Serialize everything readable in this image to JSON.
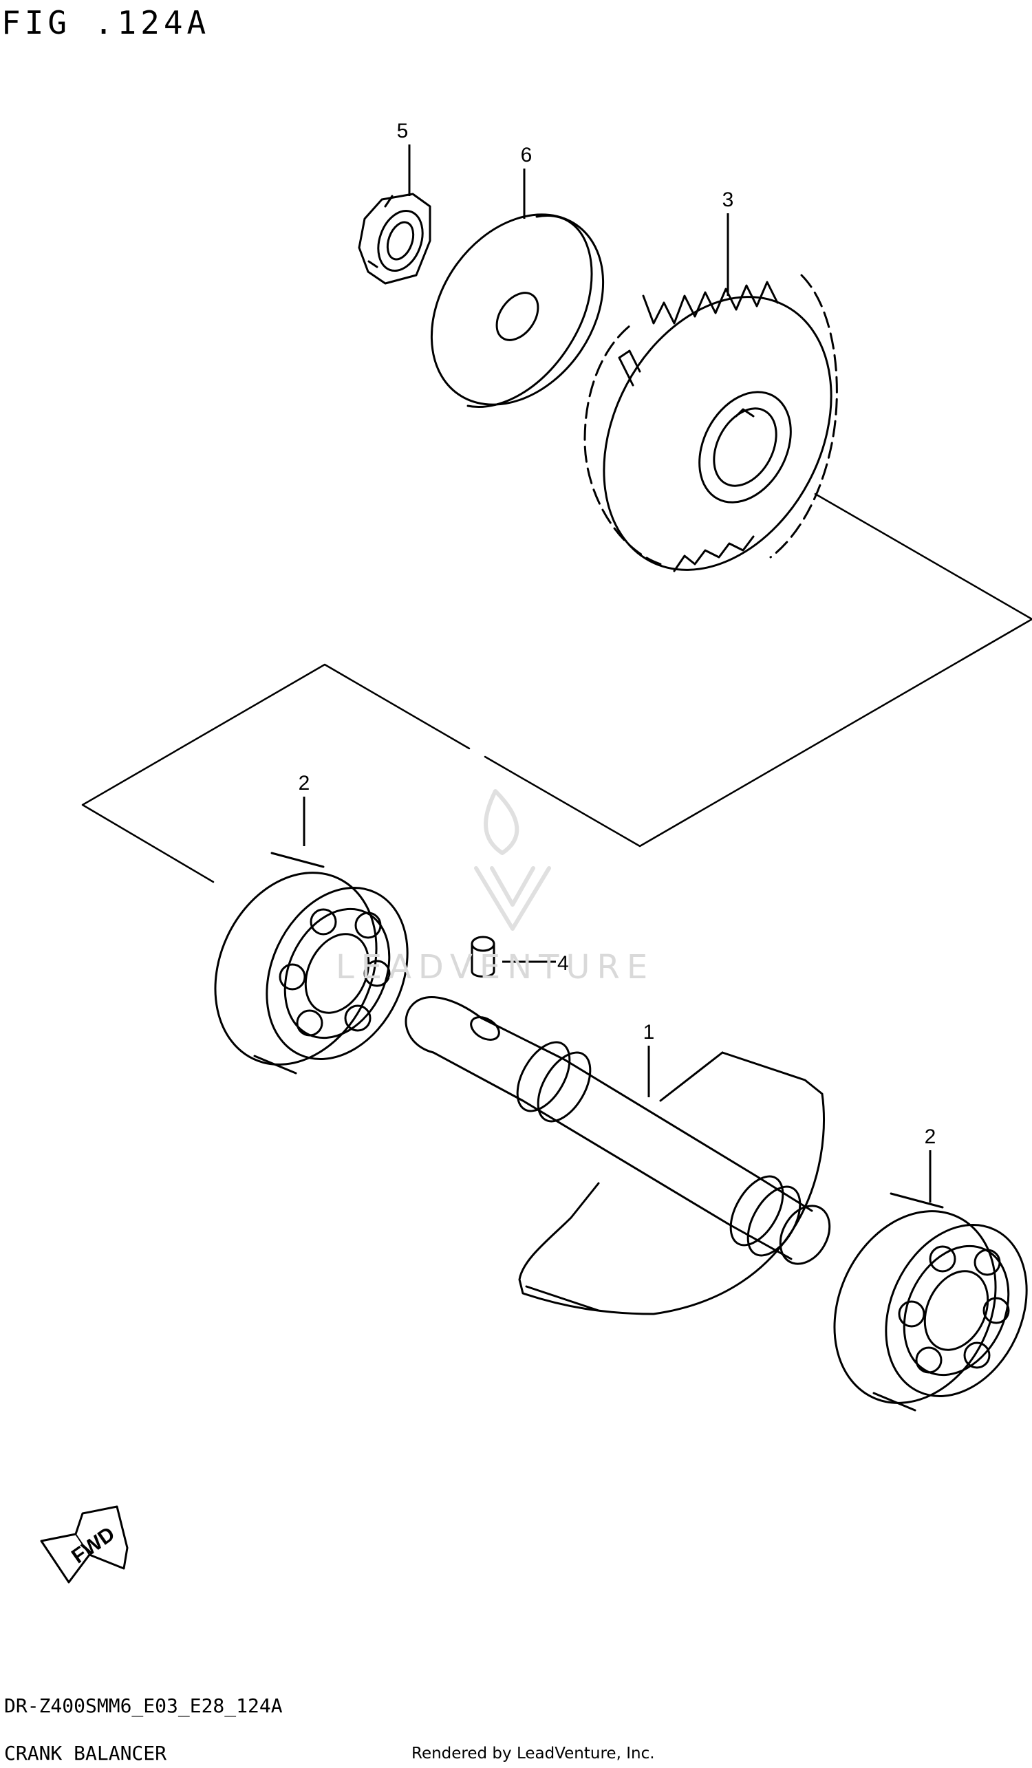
{
  "figure": {
    "title": "FIG .124A",
    "model_code": "DR-Z400SMM6_E03_E28_124A",
    "section_title": "CRANK BALANCER",
    "credit": "Rendered by LeadVenture, Inc.",
    "watermark": "LEADVENTURE"
  },
  "callouts": [
    {
      "id": "part-5",
      "label": "5"
    },
    {
      "id": "part-6",
      "label": "6"
    },
    {
      "id": "part-3",
      "label": "3"
    },
    {
      "id": "part-2-left",
      "label": "2"
    },
    {
      "id": "part-4",
      "label": "4"
    },
    {
      "id": "part-1",
      "label": "1"
    },
    {
      "id": "part-2-right",
      "label": "2"
    }
  ],
  "fwd_label": "FWD",
  "colors": {
    "line": "#000000",
    "watermark": "#d9d9d9"
  }
}
